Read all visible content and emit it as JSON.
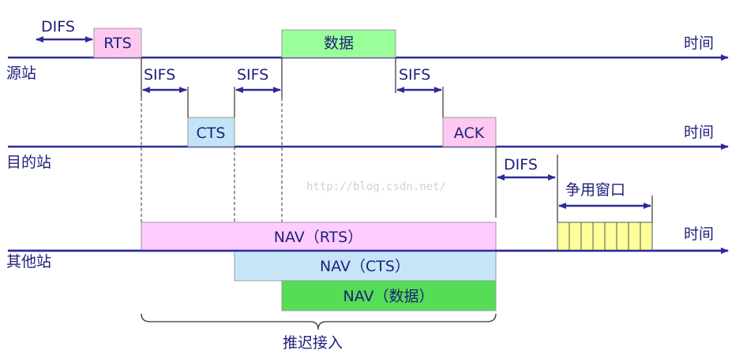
{
  "stations": {
    "source": "源站",
    "destination": "目的站",
    "others": "其他站"
  },
  "time_label": "时间",
  "frames": {
    "rts": "RTS",
    "data": "数据",
    "cts": "CTS",
    "ack": "ACK"
  },
  "intervals": {
    "difs": "DIFS",
    "sifs": "SIFS"
  },
  "nav": {
    "rts": "NAV（RTS）",
    "cts": "NAV（CTS）",
    "data": "NAV（数据）"
  },
  "contention_window": "争用窗口",
  "deferred_access": "推迟接入",
  "watermark": "http://blog.csdn.net/",
  "colors": {
    "axis": "#2b2b9a",
    "text": "#1f1f7a",
    "rts_fill": "#ffc8f0",
    "data_fill": "#99ff99",
    "cts_fill": "#c2e4f6",
    "ack_fill": "#ffc8f0",
    "nav_rts_fill": "#ffccff",
    "nav_cts_fill": "#c6e6f8",
    "nav_data_fill": "#55dd55",
    "window_fill": "#ffff99"
  }
}
